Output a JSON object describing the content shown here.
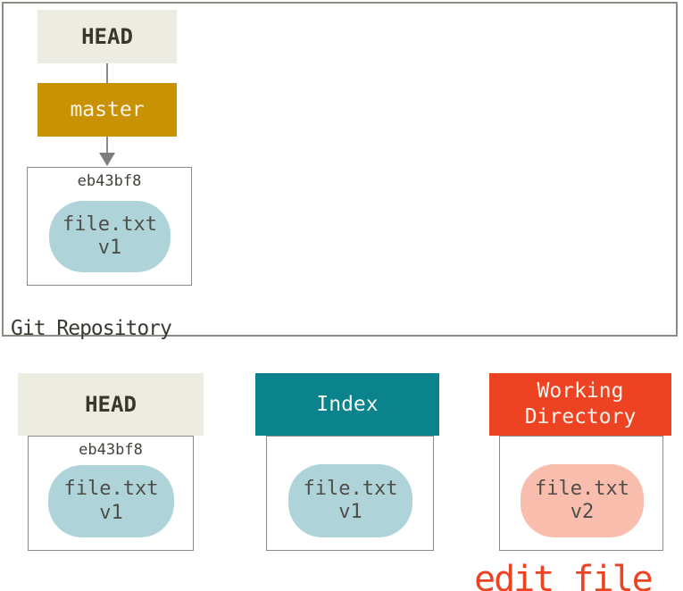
{
  "repository": {
    "label": "Git Repository",
    "head": {
      "label": "HEAD"
    },
    "branch": {
      "label": "master"
    },
    "commit": {
      "id": "eb43bf8",
      "file": "file.txt",
      "version": "v1"
    }
  },
  "columns": [
    {
      "header": "HEAD",
      "commit_id": "eb43bf8",
      "file": "file.txt",
      "version": "v1"
    },
    {
      "header": "Index",
      "file": "file.txt",
      "version": "v1"
    },
    {
      "header": "Working Directory",
      "file": "file.txt",
      "version": "v2"
    }
  ],
  "annotation": "edit file",
  "colors": {
    "head_bg": "#edece3",
    "branch_bg": "#c99204",
    "index_bg": "#0a838c",
    "workdir_bg": "#ee4323",
    "blob_v1": "#aed4da",
    "blob_v2": "#f9bdae",
    "annotation_text": "#ee4323",
    "box_border": "#8e8b84",
    "connector": "#8a8a8a"
  }
}
